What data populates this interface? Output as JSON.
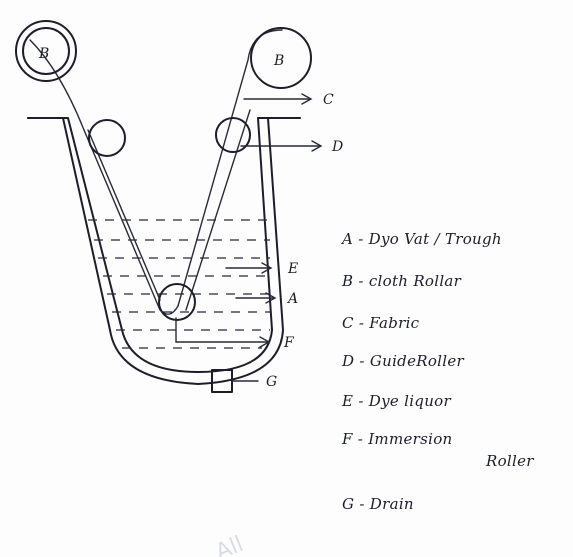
{
  "labels": {
    "roller_left": "B",
    "roller_right": "B",
    "c": "C",
    "d": "D",
    "e": "E",
    "a": "A",
    "f": "F",
    "g": "G"
  },
  "legend": [
    {
      "text": "A - Dyo Vat / Trough"
    },
    {
      "text": "B - cloth Rollar"
    },
    {
      "text": "C - Fabric"
    },
    {
      "text": "D - GuideRoller"
    },
    {
      "text": "E - Dye liquor"
    },
    {
      "text": "F - Immersion",
      "cont": "Roller"
    },
    {
      "text": "G - Drain"
    }
  ],
  "watermark": {
    "text": "All"
  }
}
